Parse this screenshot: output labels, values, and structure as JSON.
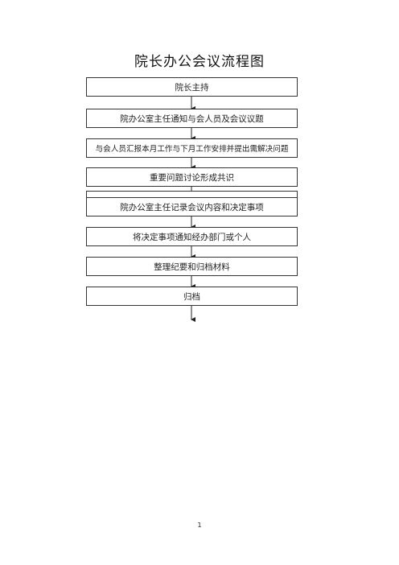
{
  "title": "院长办公会议流程图",
  "steps": [
    "院长主持",
    "院办公室主任通知与会人员及会议议题",
    "与会人员汇报本月工作与下月工作安排并提出需解决问题",
    "重要问题讨论形成共识",
    "院办公室主任记录会议内容和决定事项",
    "将决定事项通知经办部门或个人",
    "整理纪要和归档材料",
    "归档"
  ],
  "page_number": "1"
}
